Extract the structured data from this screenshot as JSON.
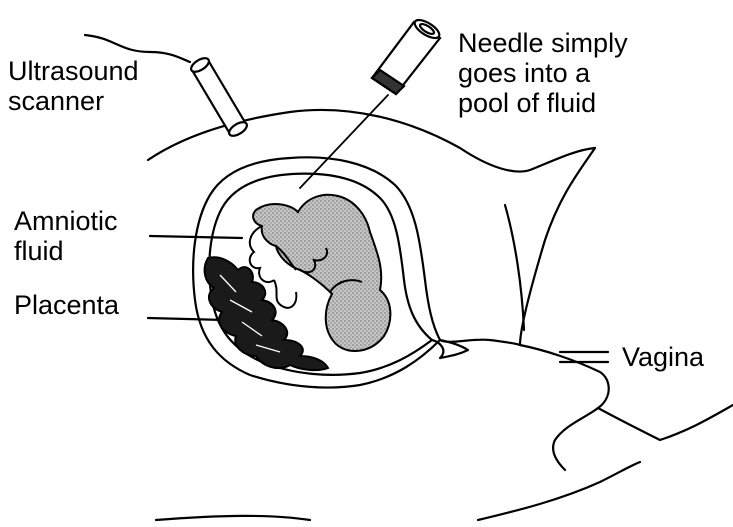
{
  "labels": {
    "ultrasound": [
      "Ultrasound",
      "scanner"
    ],
    "needle": [
      "Needle simply",
      "goes into a",
      "pool of fluid"
    ],
    "amniotic": [
      "Amniotic",
      "fluid"
    ],
    "placenta": "Placenta",
    "vagina": "Vagina"
  },
  "colors": {
    "ink": "#000000",
    "fetus_fill": "#bdbdbd",
    "background": "#ffffff"
  }
}
